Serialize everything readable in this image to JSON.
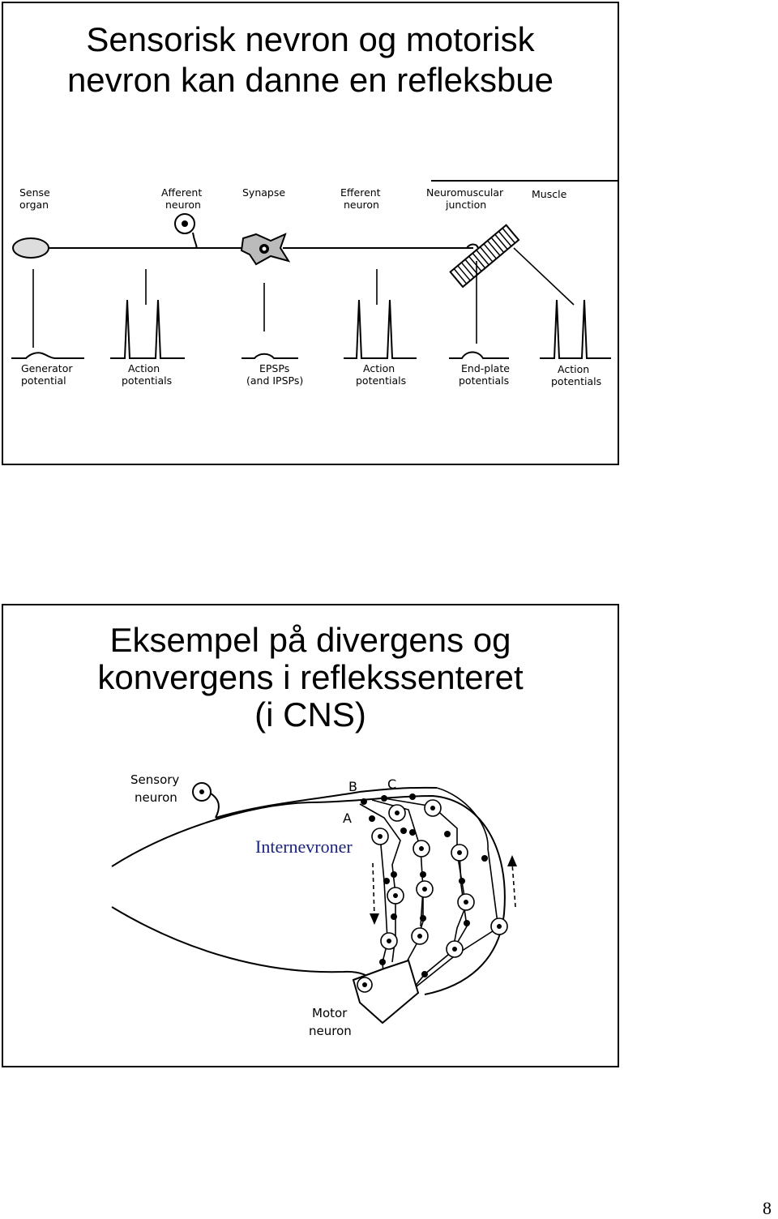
{
  "slide1": {
    "title_line1": "Sensorisk nevron og motorisk",
    "title_line2": "nevron kan danne en refleksbue",
    "top_labels": [
      [
        "Sense",
        "organ"
      ],
      [
        "Afferent",
        "neuron"
      ],
      [
        "Synapse"
      ],
      [
        "Efferent",
        "neuron"
      ],
      [
        "Neuromuscular",
        "junction"
      ],
      [
        "Muscle"
      ]
    ],
    "bottom_labels": [
      [
        "Generator",
        "potential"
      ],
      [
        "Action",
        "potentials"
      ],
      [
        "EPSPs",
        "(and IPSPs)"
      ],
      [
        "Action",
        "potentials"
      ],
      [
        "End-plate",
        "potentials"
      ],
      [
        "Action",
        "potentials"
      ]
    ]
  },
  "slide2": {
    "title_line1": "Eksempel på divergens og",
    "title_line2": "konvergens i reflekssenteret",
    "title_line3": "(i CNS)",
    "sensory_label": [
      "Sensory",
      "neuron"
    ],
    "motor_label": [
      "Motor",
      "neuron"
    ],
    "letters": [
      "A",
      "B",
      "C"
    ],
    "internevroner": "Internevroner",
    "internevroner_color": "#1a237e"
  },
  "page_number": "8"
}
